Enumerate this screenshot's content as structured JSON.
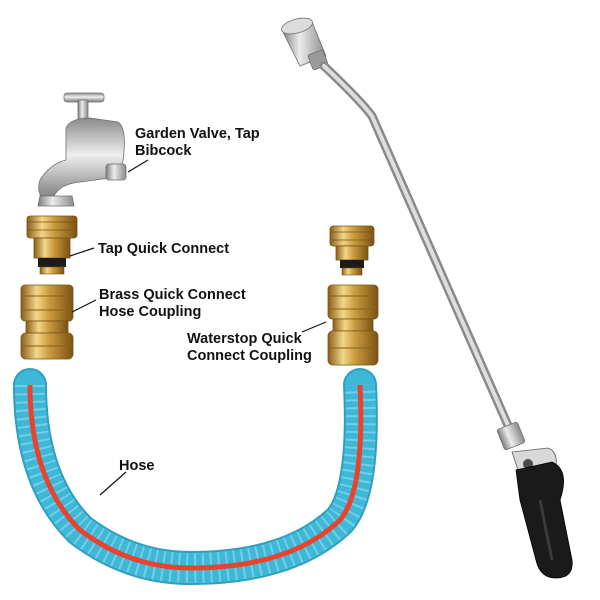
{
  "labels": {
    "valve": [
      "Garden Valve, Tap",
      "Bibcock"
    ],
    "tap_connect": [
      "Tap Quick Connect"
    ],
    "brass_coupling": [
      "Brass Quick Connect",
      "Hose Coupling"
    ],
    "waterstop": [
      "Waterstop Quick",
      "Connect Coupling"
    ],
    "hose": [
      "Hose"
    ]
  },
  "colors": {
    "brass": "#c89a3c",
    "brass_highlight": "#f2d68a",
    "silver": "#bfbfbf",
    "hose_blue": "#3fb8d8",
    "hose_red": "#e8432e",
    "handle_black": "#1a1a1a"
  }
}
